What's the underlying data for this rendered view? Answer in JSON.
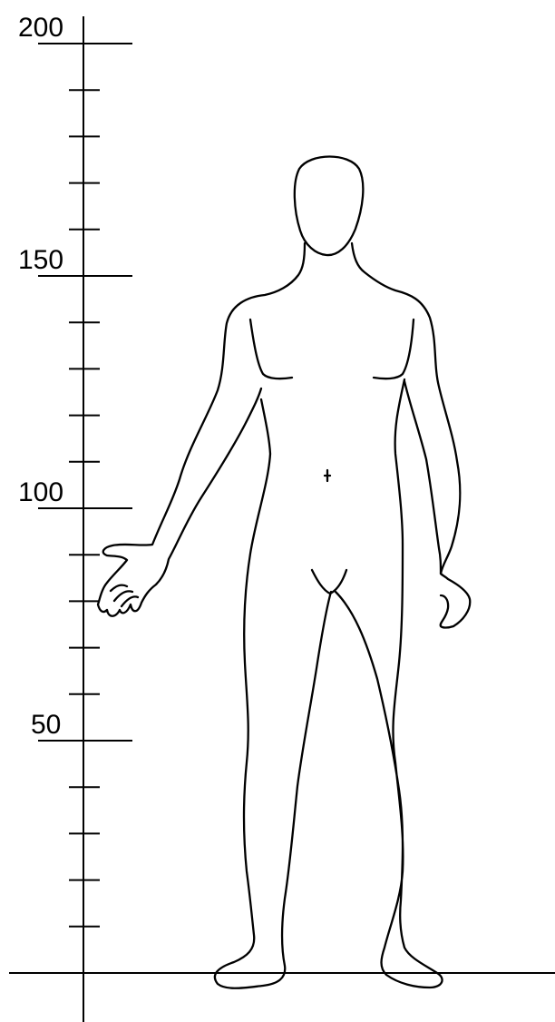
{
  "scale": {
    "min": 0,
    "max": 200,
    "minor_step": 10,
    "major_step": 50,
    "labels": [
      {
        "value": 200,
        "text": "200"
      },
      {
        "value": 150,
        "text": "150"
      },
      {
        "value": 100,
        "text": "100"
      },
      {
        "value": 50,
        "text": "50"
      }
    ]
  },
  "colors": {
    "line": "#000000",
    "background": "#ffffff"
  }
}
